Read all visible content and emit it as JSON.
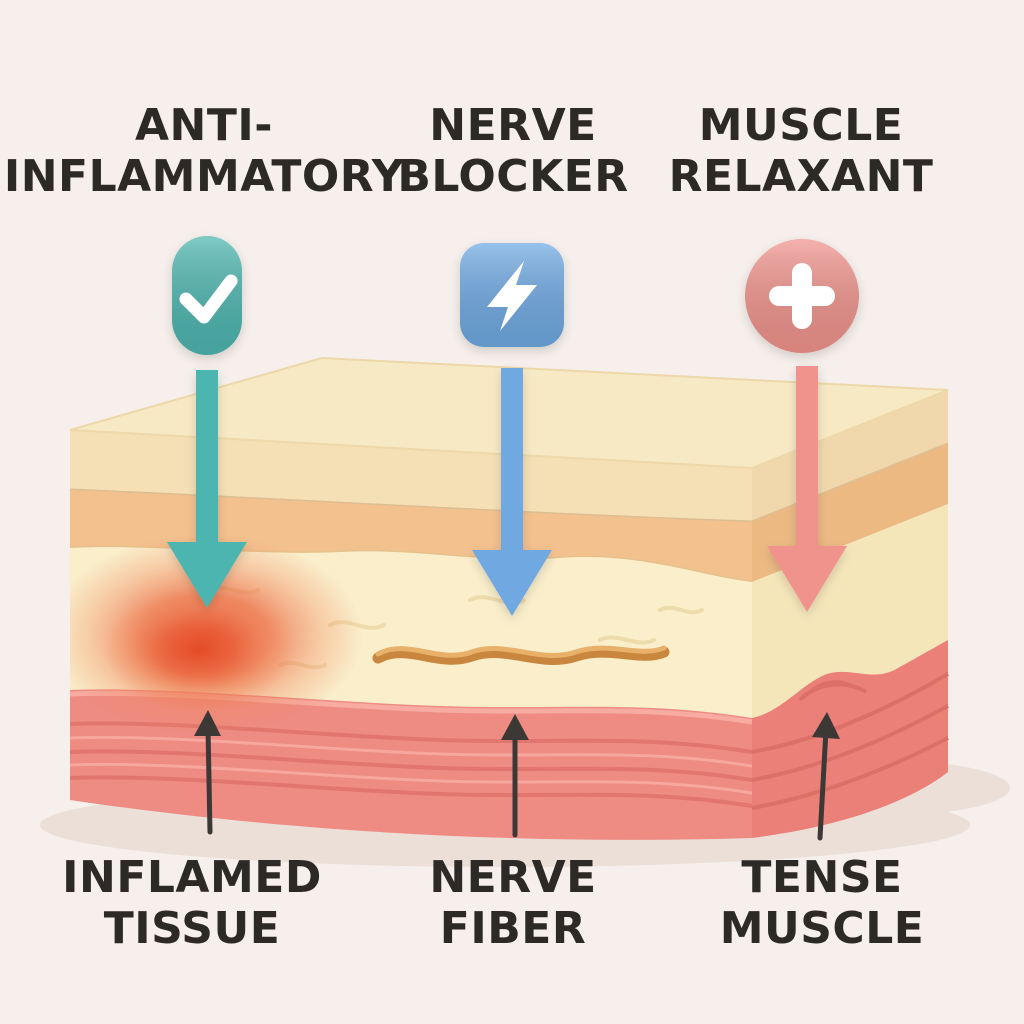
{
  "treatments": [
    {
      "line1": "ANTI-",
      "line2": "INFLAMMATORY",
      "icon": "pill-check-icon",
      "color": "#4db5af"
    },
    {
      "line1": "NERVE",
      "line2": "BLOCKER",
      "icon": "lightning-icon",
      "color": "#6fa9e2"
    },
    {
      "line1": "MUSCLE",
      "line2": "RELAXANT",
      "icon": "plus-icon",
      "color": "#f0938c"
    }
  ],
  "targets": [
    {
      "line1": "INFLAMED",
      "line2": "TISSUE"
    },
    {
      "line1": "NERVE",
      "line2": "FIBER"
    },
    {
      "line1": "TENSE",
      "line2": "MUSCLE"
    }
  ],
  "tissue": {
    "skin_top": "#f8e9c5",
    "skin_edge": "#f5dfb5",
    "dermis": "#f2c18e",
    "fat": "#faeecb",
    "muscle": "#ee8b83",
    "inflamed": "#e44a26",
    "nerve": "#c8863e"
  },
  "annotation": {
    "arrow_color": "#3c3836",
    "text_color": "#2c2926",
    "background_color": "#f6efeb"
  }
}
